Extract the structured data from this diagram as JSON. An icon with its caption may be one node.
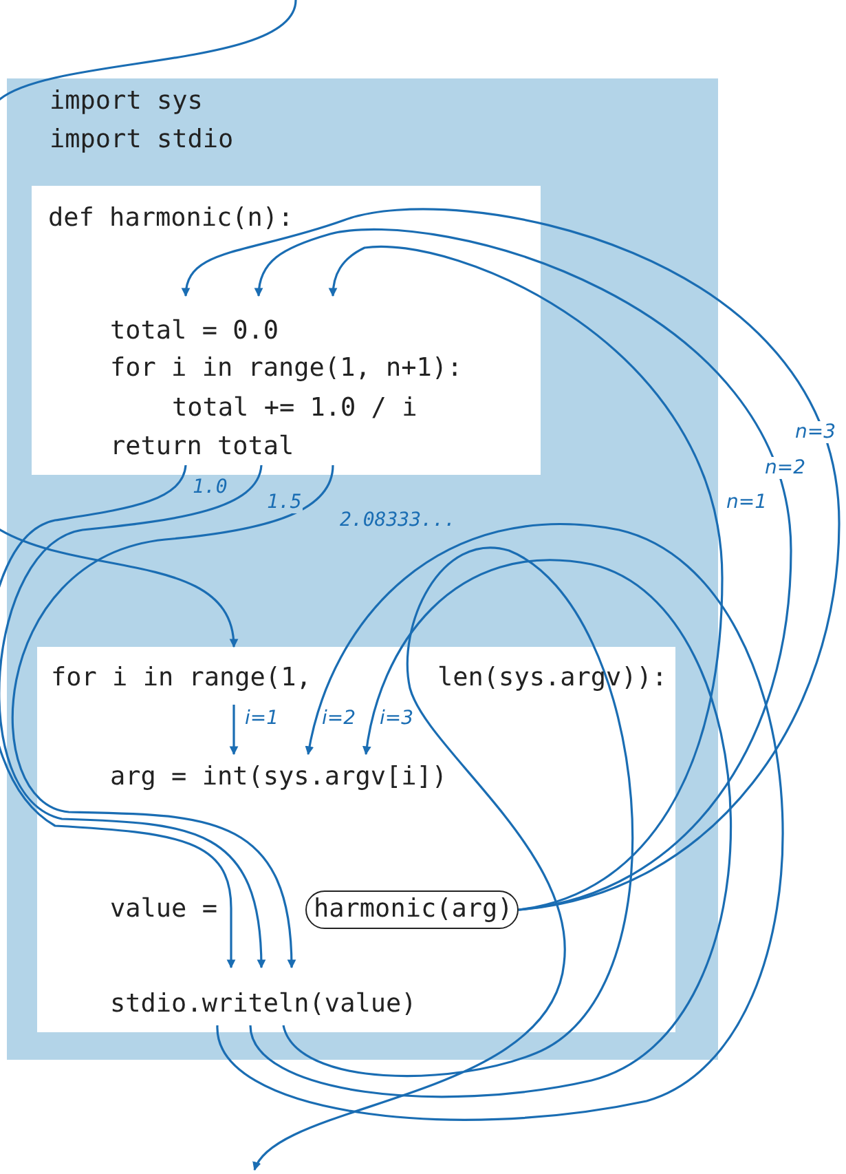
{
  "diagram": {
    "nodes": [
      {
        "text": [
          "import sys",
          "import stdio"
        ]
      },
      {
        "text": [
          "def harmonic(n):"
        ],
        "in": 0
      },
      {
        "text": [
          "total = 0.0"
        ],
        "in": 1
      },
      {
        "text": [
          "for i in range(1, n+1):"
        ],
        "in": 1
      },
      {
        "text": [
          "total += 1.0 / i"
        ],
        "in": 1
      },
      {
        "text": [
          "return total"
        ],
        "in": 1
      },
      {
        "text": [],
        "shape": "box",
        "in": 0
      },
      {
        "text": [
          "for i in range(1,",
          "len(sys.argv)):"
        ],
        "in": 6
      },
      {
        "text": [
          "arg = int(sys.argv[i])"
        ],
        "in": 6
      },
      {
        "text": [
          "harmonic(arg)"
        ],
        "in": 6
      },
      {
        "text": [
          "stdio.writeln(value)"
        ],
        "in": 6
      }
    ],
    "edges": [
      {
        "from": null,
        "to": 7,
        "arrow": "to"
      },
      {
        "from": 7,
        "to": 8,
        "arrow": "to",
        "label": "i=1"
      },
      {
        "from": 10,
        "to": 8,
        "arrow": "to",
        "label": "i=2"
      },
      {
        "from": 10,
        "to": 8,
        "arrow": "to",
        "label": "i=3"
      },
      {
        "from": 10,
        "to": null,
        "arrow": "to"
      },
      {
        "from": 9,
        "to": 2,
        "arrow": "to",
        "label": "n=1"
      },
      {
        "from": 9,
        "to": 2,
        "arrow": "to",
        "label": "n=2"
      },
      {
        "from": 9,
        "to": 2,
        "arrow": "to",
        "label": "n=3"
      },
      {
        "from": 5,
        "to": 10,
        "arrow": "to",
        "label": "1.0"
      },
      {
        "from": 5,
        "to": 10,
        "arrow": "to",
        "label": "1.5"
      },
      {
        "from": 5,
        "to": 10,
        "arrow": "to",
        "label": "2.08333..."
      }
    ],
    "labels": [
      "value ="
    ]
  }
}
